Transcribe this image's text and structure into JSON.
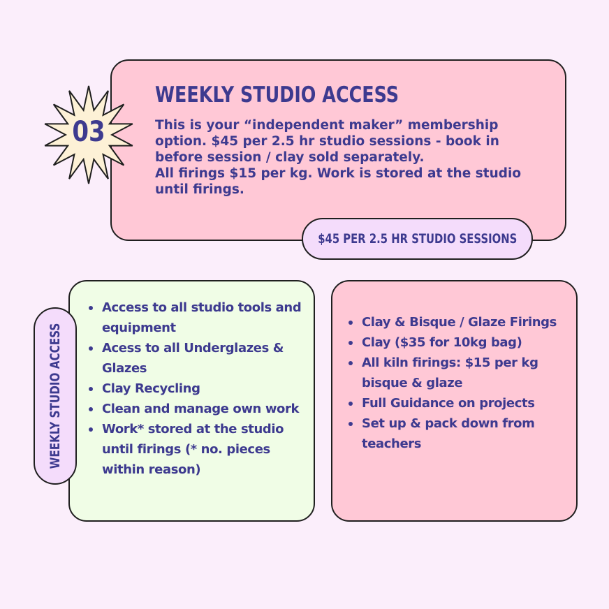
{
  "header": {
    "number": "03",
    "title": "WEEKLY STUDIO ACCESS",
    "description_lines": [
      "This is your “independent maker” membership option. $45 per 2.5 hr studio sessions - book in before session / clay sold separately.",
      "All firings $15 per kg. Work is stored at the studio until firings."
    ],
    "price_label": "$45 PER 2.5 HR STUDIO SESSIONS"
  },
  "side_label": "WEEKLY STUDIO ACCESS",
  "left_list": {
    "items": [
      "Access to all studio tools and equipment",
      "Acess to all Underglazes & Glazes",
      "Clay Recycling",
      "Clean and manage own work",
      "Work* stored at the studio until firings (* no. pieces within reason)"
    ]
  },
  "right_list": {
    "items": [
      "Clay & Bisque / Glaze Firings",
      "Clay ($35 for 10kg bag)",
      "All kiln firings: $15 per kg bisque & glaze",
      "Full Guidance on projects",
      "Set up & pack down from teachers"
    ]
  },
  "colors": {
    "background": "#fbeefb",
    "pink_card": "#ffc8d6",
    "green_card": "#f0fde6",
    "lavender_pill": "#f4dcfb",
    "star": "#fdf1d6",
    "text": "#3d3a8f"
  }
}
